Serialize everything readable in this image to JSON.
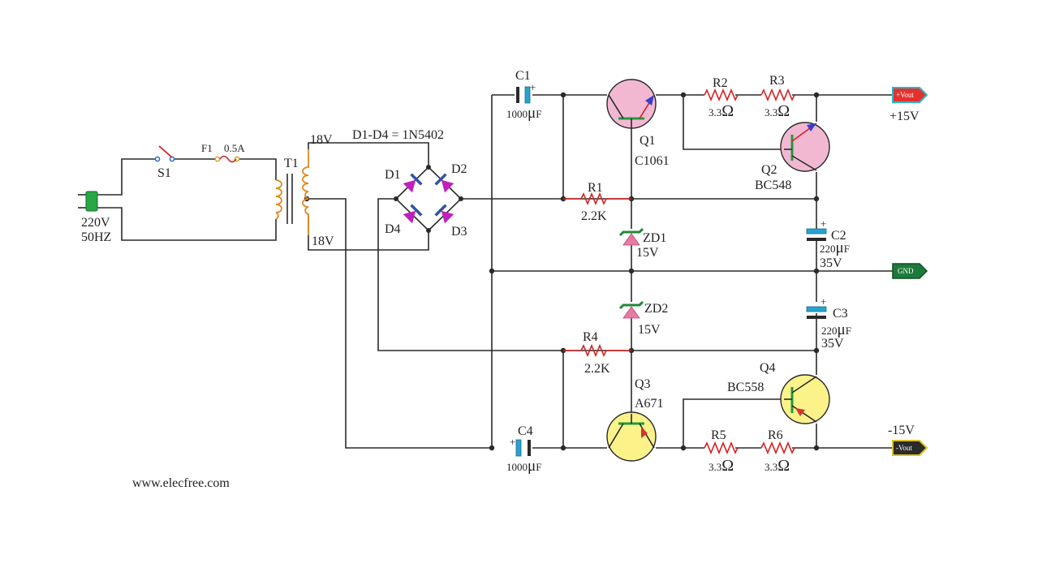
{
  "colors": {
    "wire": "#2a2a2a",
    "resistor": "#d62020",
    "transformer": "#e08a20",
    "diode_fill": "#c21fbe",
    "diode_bar": "#2f52a8",
    "zener_fill": "#e87aa0",
    "zener_bar": "#1d8a3a",
    "npn_body": "#f2b8d2",
    "pnp_body": "#fbf28a",
    "base_bar": "#1e9c3c",
    "npn_arrow": "#3b3bcf",
    "pnp_arrow": "#d23434",
    "cap_plate": "#27a3d0",
    "plug": "#27a845",
    "tag_vout_pos": "#e53030",
    "tag_vout_pos_border": "#28b8c8",
    "tag_gnd": "#1d7a3c",
    "tag_vout_neg": "#2b2b2b",
    "tag_vout_neg_border": "#e0c020"
  },
  "mains": {
    "voltage": "220V",
    "frequency": "50HZ",
    "switch": "S1",
    "fuse": "F1",
    "fuse_rating": "0.5A",
    "transformer": "T1",
    "secondary_top": "18V",
    "secondary_bottom": "18V"
  },
  "bridge": {
    "title": "D1-D4 = 1N5402",
    "d1": "D1",
    "d2": "D2",
    "d3": "D3",
    "d4": "D4"
  },
  "components": {
    "c1": {
      "name": "C1",
      "value_num": "1000",
      "value_mu": "μ",
      "value_unit": "F"
    },
    "c4": {
      "name": "C4",
      "value_num": "1000",
      "value_mu": "μ",
      "value_unit": "F"
    },
    "c2": {
      "name": "C2",
      "value_num": "220",
      "value_mu": "μ",
      "value_unit": "F",
      "voltage": "35V"
    },
    "c3": {
      "name": "C3",
      "value_num": "220",
      "value_mu": "μ",
      "value_unit": "F",
      "voltage": "35V"
    },
    "r1": {
      "name": "R1",
      "value": "2.2K"
    },
    "r4": {
      "name": "R4",
      "value": "2.2K"
    },
    "r2": {
      "name": "R2",
      "value_num": "3.3",
      "value_unit": "Ω"
    },
    "r3": {
      "name": "R3",
      "value_num": "3.3",
      "value_unit": "Ω"
    },
    "r5": {
      "name": "R5",
      "value_num": "3.3",
      "value_unit": "Ω"
    },
    "r6": {
      "name": "R6",
      "value_num": "3.3",
      "value_unit": "Ω"
    },
    "zd1": {
      "name": "ZD1",
      "value": "15V"
    },
    "zd2": {
      "name": "ZD2",
      "value": "15V"
    },
    "q1": {
      "name": "Q1",
      "part": "C1061"
    },
    "q2": {
      "name": "Q2",
      "part": "BC548"
    },
    "q3": {
      "name": "Q3",
      "part": "A671"
    },
    "q4": {
      "name": "Q4",
      "part": "BC558"
    }
  },
  "outputs": {
    "pos_tag": "+Vout",
    "pos_voltage": "+15V",
    "gnd_tag": "GND",
    "neg_tag": "-Vout",
    "neg_voltage": "-15V"
  },
  "plus_sign": "+",
  "footer": {
    "website": "www.elecfree.com"
  }
}
